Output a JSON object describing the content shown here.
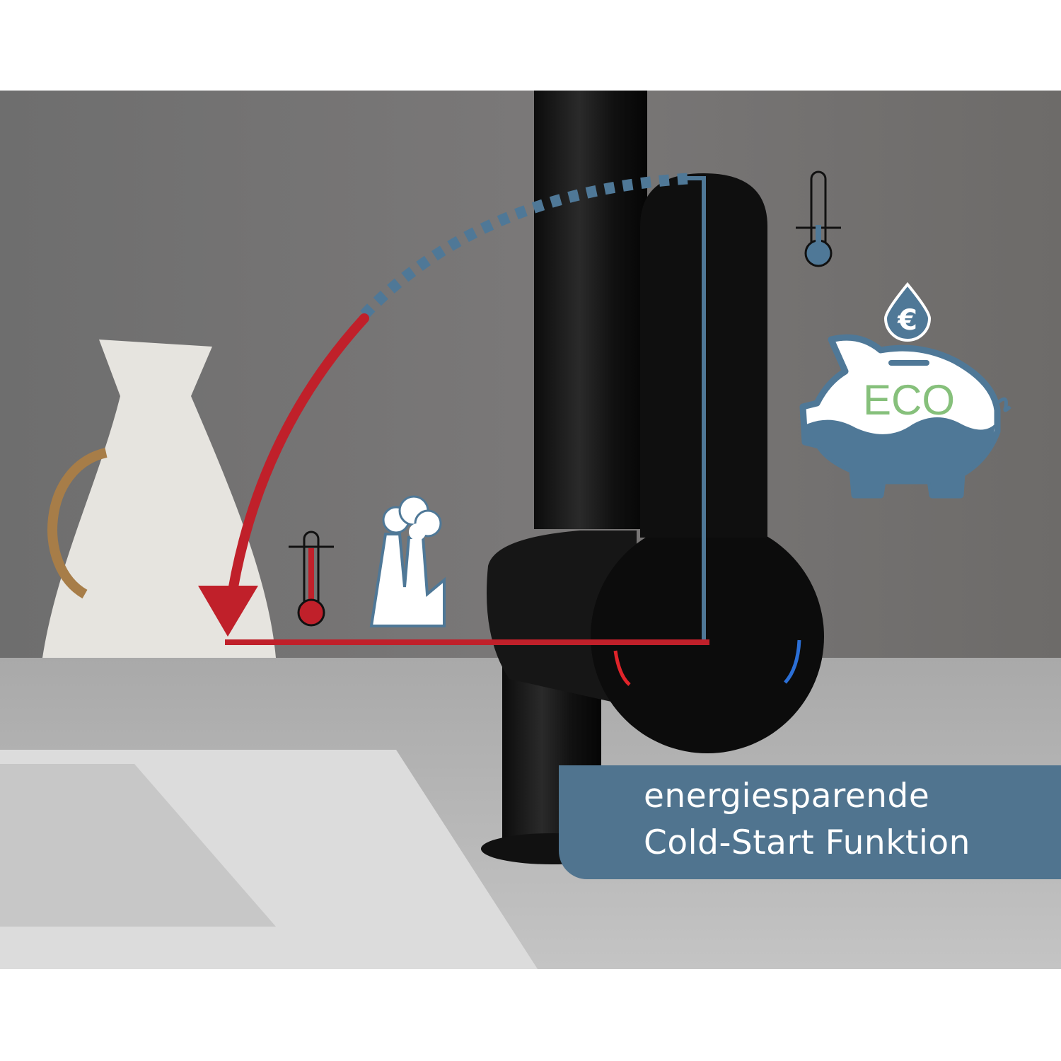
{
  "banner": {
    "line1": "energiesparende",
    "line2": "Cold-Start Funktion"
  },
  "eco_badge": {
    "label": "ECO",
    "currency_symbol": "€"
  },
  "icons": [
    "thermometer-cold-icon",
    "piggy-bank-icon",
    "euro-drop-icon",
    "thermometer-hot-icon",
    "factory-icon"
  ],
  "colors": {
    "hot": "#c0202a",
    "cold": "#4f7897",
    "banner": "#50748f",
    "eco_text": "#86c07b"
  }
}
